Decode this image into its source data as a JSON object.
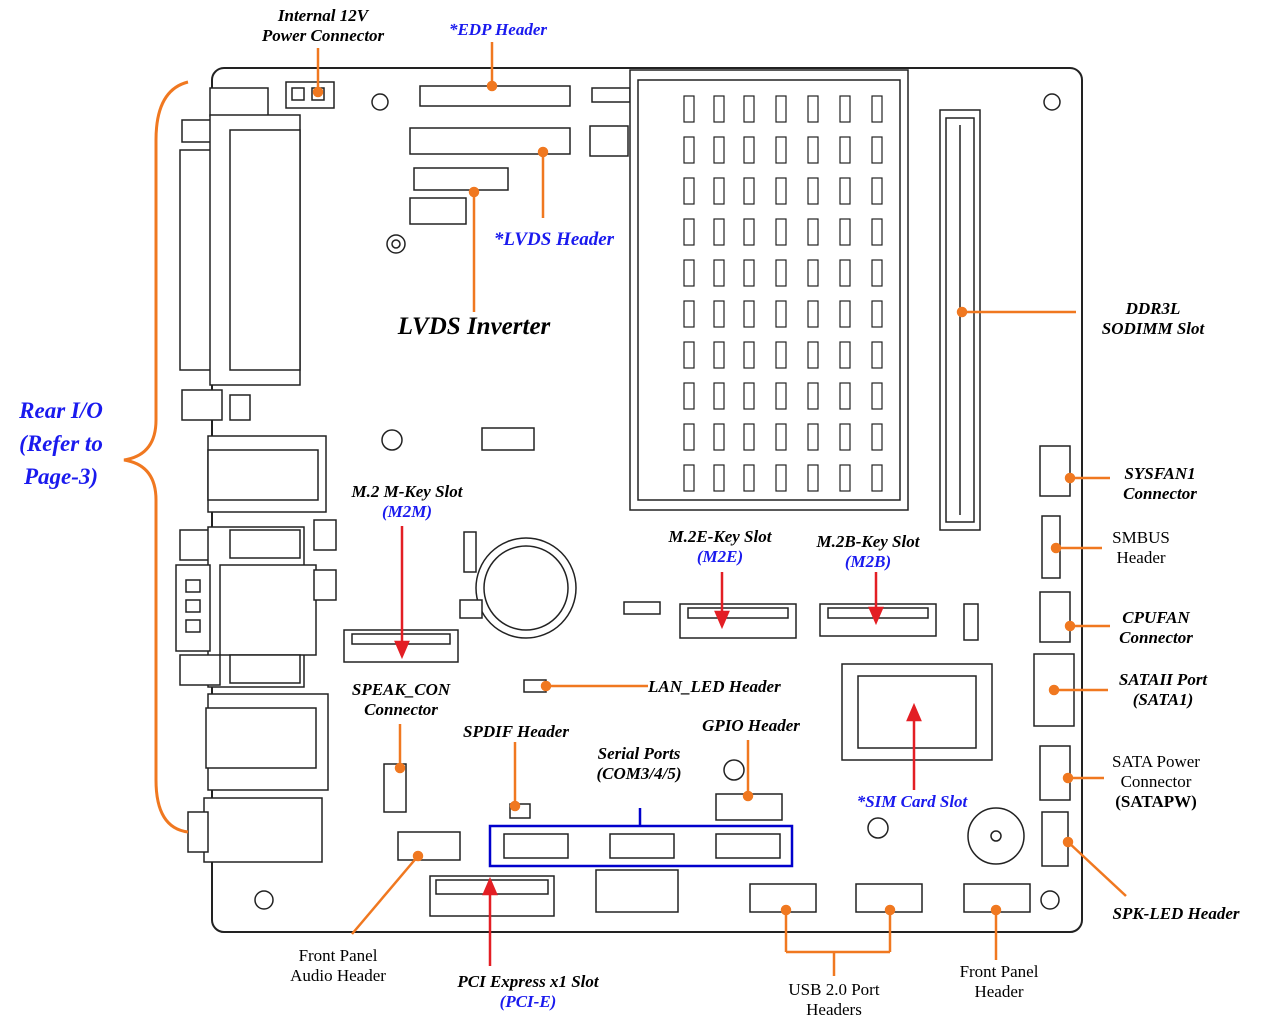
{
  "labels": {
    "internal_12v": [
      "Internal 12V",
      "Power Connector"
    ],
    "edp_header": "*EDP Header",
    "lvds_header": "*LVDS Header",
    "lvds_inverter": "LVDS Inverter",
    "rear_io": [
      "Rear I/O",
      "(Refer to",
      "Page-3)"
    ],
    "m2_m_key": [
      "M.2 M-Key Slot",
      "(M2M)"
    ],
    "m2_e_key": [
      "M.2E-Key Slot",
      "(M2E)"
    ],
    "m2_b_key": [
      "M.2B-Key Slot",
      "(M2B)"
    ],
    "ddr3l": [
      "DDR3L",
      "SODIMM Slot"
    ],
    "sysfan1": [
      "SYSFAN1",
      "Connector"
    ],
    "smbus": [
      "SMBUS",
      "Header"
    ],
    "cpufan": [
      "CPUFAN",
      "Connector"
    ],
    "sataii": [
      "SATAII Port",
      "(SATA1)"
    ],
    "sata_power": [
      "SATA Power",
      "Connector",
      "(SATAPW)"
    ],
    "speak_con": [
      "SPEAK_CON",
      "Connector"
    ],
    "lan_led": "LAN_LED Header",
    "spdif": "SPDIF Header",
    "serial_ports": [
      "Serial Ports",
      "(COM3/4/5)"
    ],
    "gpio": "GPIO Header",
    "sim_card": "*SIM Card Slot",
    "spk_led": "SPK-LED Header",
    "front_audio": [
      "Front Panel",
      "Audio Header"
    ],
    "pcie": [
      "PCI Express x1 Slot",
      "(PCI-E)"
    ],
    "usb20": [
      "USB 2.0 Port",
      "Headers"
    ],
    "front_panel": [
      "Front Panel",
      "Header"
    ]
  },
  "colors": {
    "leader_orange": "#f07820",
    "leader_red": "#e31e24",
    "label_blue": "#1a1aee",
    "serial_box": "#0000cc",
    "board_line": "#222222"
  }
}
